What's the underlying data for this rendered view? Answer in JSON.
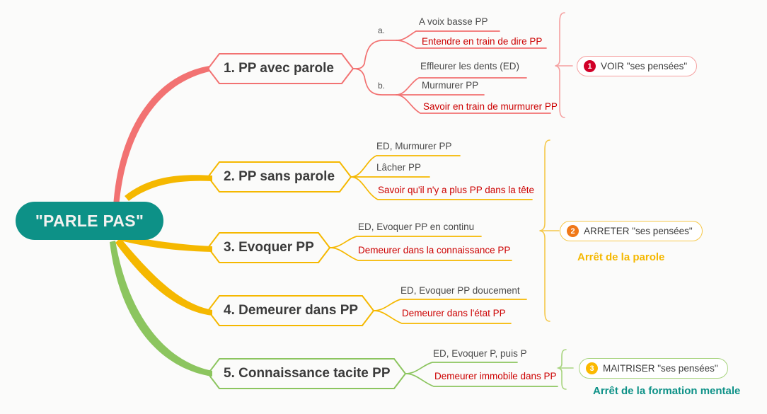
{
  "central": {
    "label": "\"PARLE PAS\"",
    "color": "#0d9187"
  },
  "colors": {
    "red": "#f27272",
    "red_text": "#cc0000",
    "gold": "#f5b800",
    "green": "#8cc55f",
    "teal": "#0d9187",
    "badge1": "#d10028",
    "badge2": "#f07818",
    "badge3": "#fbb900",
    "gray_text": "#4a4a4a",
    "background": "#fbfbfa"
  },
  "branches": [
    {
      "id": 1,
      "label": "1. PP avec parole",
      "color": "#f27272",
      "groups": [
        {
          "marker": "a.",
          "items": [
            {
              "text": "A voix basse PP",
              "red": false
            },
            {
              "text": "Entendre en train de dire PP",
              "red": true
            }
          ]
        },
        {
          "marker": "b.",
          "items": [
            {
              "text": "Effleurer les dents (ED)",
              "red": false
            },
            {
              "text": "Murmurer PP",
              "red": false
            },
            {
              "text": "Savoir en train de murmurer PP",
              "red": true
            }
          ]
        }
      ]
    },
    {
      "id": 2,
      "label": "2. PP sans parole",
      "color": "#f5b800",
      "groups": [
        {
          "marker": "",
          "items": [
            {
              "text": "ED, Murmurer PP",
              "red": false
            },
            {
              "text": "Lâcher PP",
              "red": false
            },
            {
              "text": "Savoir qu'il n'y a plus PP dans la tête",
              "red": true
            }
          ]
        }
      ]
    },
    {
      "id": 3,
      "label": "3. Evoquer PP",
      "color": "#f5b800",
      "groups": [
        {
          "marker": "",
          "items": [
            {
              "text": "ED, Evoquer PP en continu",
              "red": false
            },
            {
              "text": "Demeurer dans la connaissance PP",
              "red": true
            }
          ]
        }
      ]
    },
    {
      "id": 4,
      "label": "4. Demeurer dans PP",
      "color": "#f5b800",
      "groups": [
        {
          "marker": "",
          "items": [
            {
              "text": "ED, Evoquer PP doucement",
              "red": false
            },
            {
              "text": "Demeurer dans l'état PP",
              "red": true
            }
          ]
        }
      ]
    },
    {
      "id": 5,
      "label": "5. Connaissance tacite PP",
      "color": "#8cc55f",
      "groups": [
        {
          "marker": "",
          "items": [
            {
              "text": "ED, Evoquer P, puis P",
              "red": false
            },
            {
              "text": "Demeurer immobile dans PP",
              "red": true
            }
          ]
        }
      ]
    }
  ],
  "callouts": [
    {
      "number": "1",
      "label": "VOIR \"ses pensées\"",
      "badge_color": "#d10028",
      "border_color": "#f5a0a0"
    },
    {
      "number": "2",
      "label": "ARRETER \"ses pensées\"",
      "badge_color": "#f07818",
      "border_color": "#f5c84a"
    },
    {
      "number": "3",
      "label": "MAITRISER \"ses pensées\"",
      "badge_color": "#fbb900",
      "border_color": "#a8d47f"
    }
  ],
  "summaries": [
    {
      "text": "Arrêt de la parole",
      "color": "#f5b800"
    },
    {
      "text": "Arrêt de la formation mentale",
      "color": "#0d9187"
    }
  ]
}
